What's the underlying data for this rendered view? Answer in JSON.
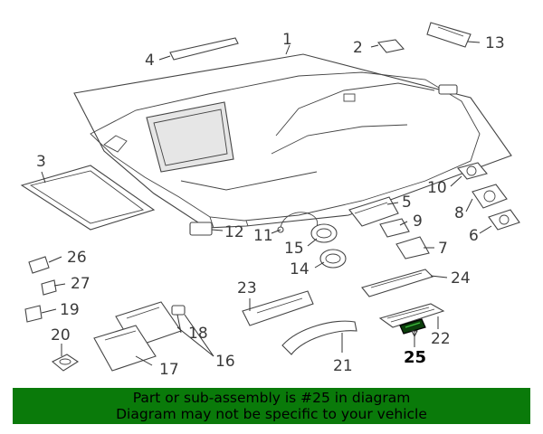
{
  "labels": {
    "p1": "1",
    "p2": "2",
    "p3": "3",
    "p4": "4",
    "p5": "5",
    "p6": "6",
    "p7": "7",
    "p8": "8",
    "p9": "9",
    "p10": "10",
    "p11": "11",
    "p12": "12",
    "p13": "13",
    "p14": "14",
    "p15": "15",
    "p16": "16",
    "p17": "17",
    "p18": "18",
    "p19": "19",
    "p20": "20",
    "p21": "21",
    "p22": "22",
    "p23": "23",
    "p24": "24",
    "p25": "25",
    "p26": "26",
    "p27": "27"
  },
  "highlight": {
    "part_number": "25",
    "color": "#0a7a0a"
  },
  "banner": {
    "line1": "Part or sub-assembly is #25 in diagram",
    "line2": "Diagram may not be specific to your vehicle"
  }
}
